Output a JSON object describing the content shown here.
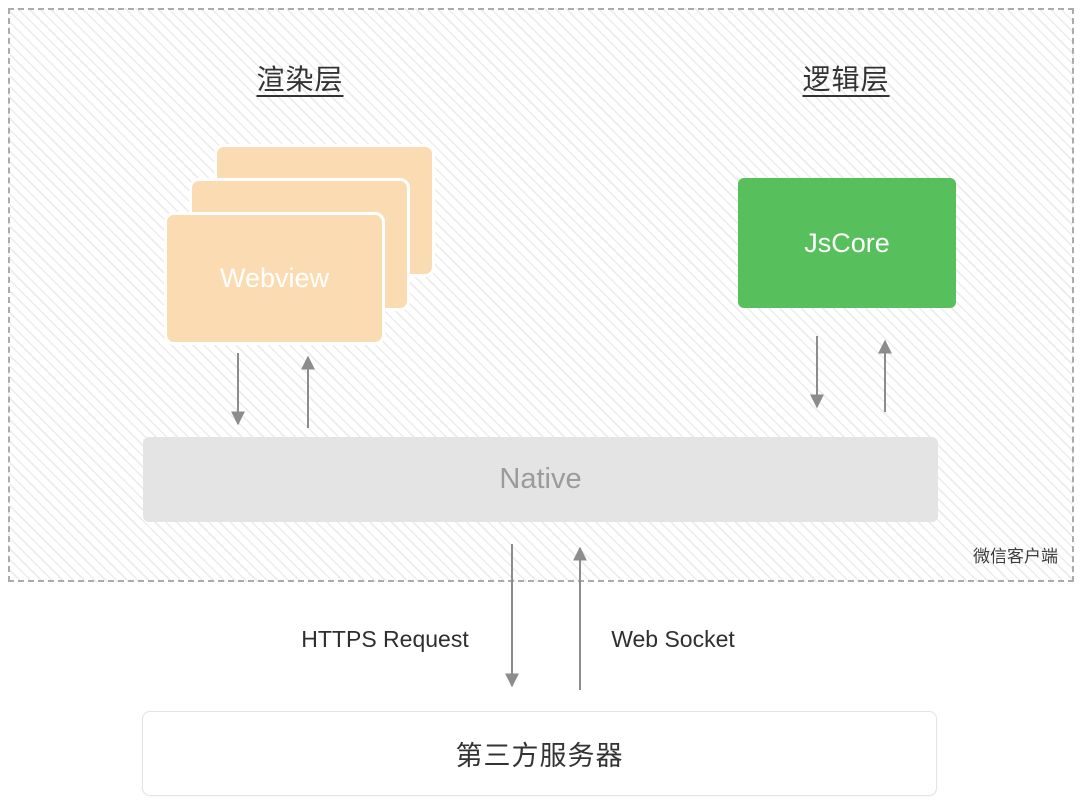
{
  "client_box": {
    "render_layer_title": "渲染层",
    "logic_layer_title": "逻辑层",
    "webview_label": "Webview",
    "jscore_label": "JsCore",
    "native_label": "Native",
    "client_label": "微信客户端"
  },
  "network": {
    "https_label": "HTTPS Request",
    "websocket_label": "Web Socket"
  },
  "server": {
    "label": "第三方服务器"
  },
  "colors": {
    "webview_fill": "#fbdcb2",
    "jscore_fill": "#57bf5c",
    "native_fill": "#e4e4e4",
    "arrow": "#8c8c8c"
  }
}
